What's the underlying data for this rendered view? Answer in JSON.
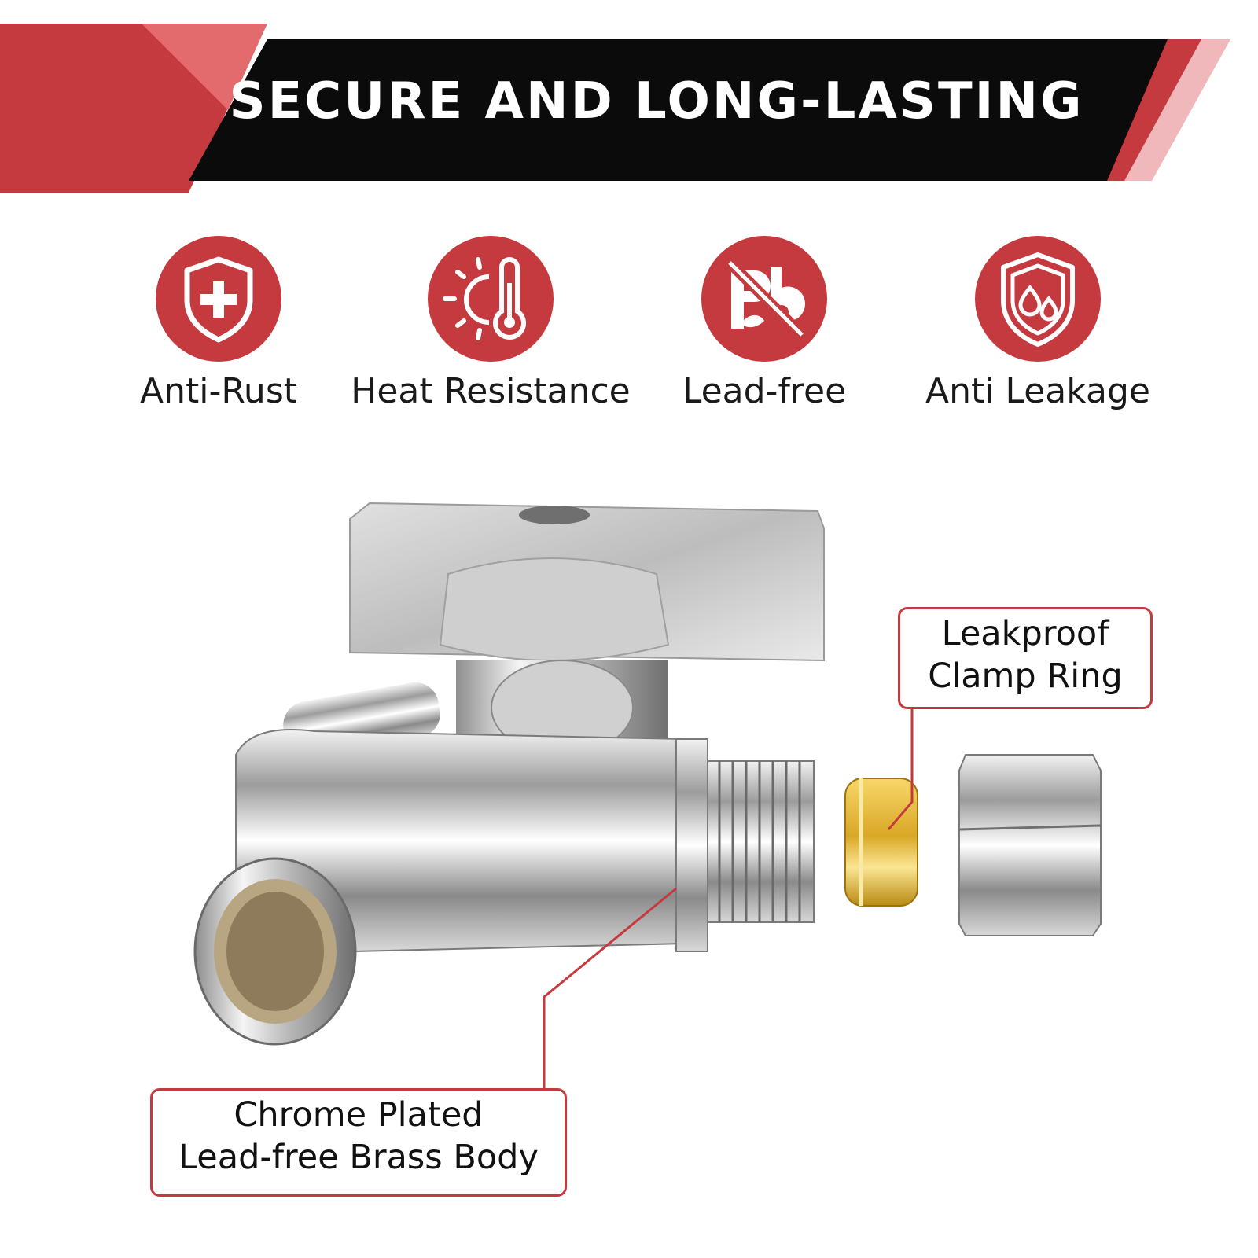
{
  "banner": {
    "title": "SECURE AND LONG-LASTING"
  },
  "features": [
    {
      "label": "Anti-Rust",
      "icon": "shield-plus-icon"
    },
    {
      "label": "Heat Resistance",
      "icon": "sun-thermometer-icon"
    },
    {
      "label": "Lead-free",
      "icon": "no-lead-pb-icon"
    },
    {
      "label": "Anti Leakage",
      "icon": "shield-water-drop-icon"
    }
  ],
  "callouts": {
    "clamp_ring": {
      "line1": "Leakproof",
      "line2": "Clamp Ring"
    },
    "body": {
      "line1": "Chrome Plated",
      "line2": "Lead-free Brass Body"
    }
  },
  "colors": {
    "accent_red": "#c53a3f",
    "banner_black": "#0b0b0b",
    "light_red": "#e36b6e",
    "pale_red": "#f0b8ba",
    "brass": "#d9a826",
    "chrome": "#c9c9c9"
  }
}
